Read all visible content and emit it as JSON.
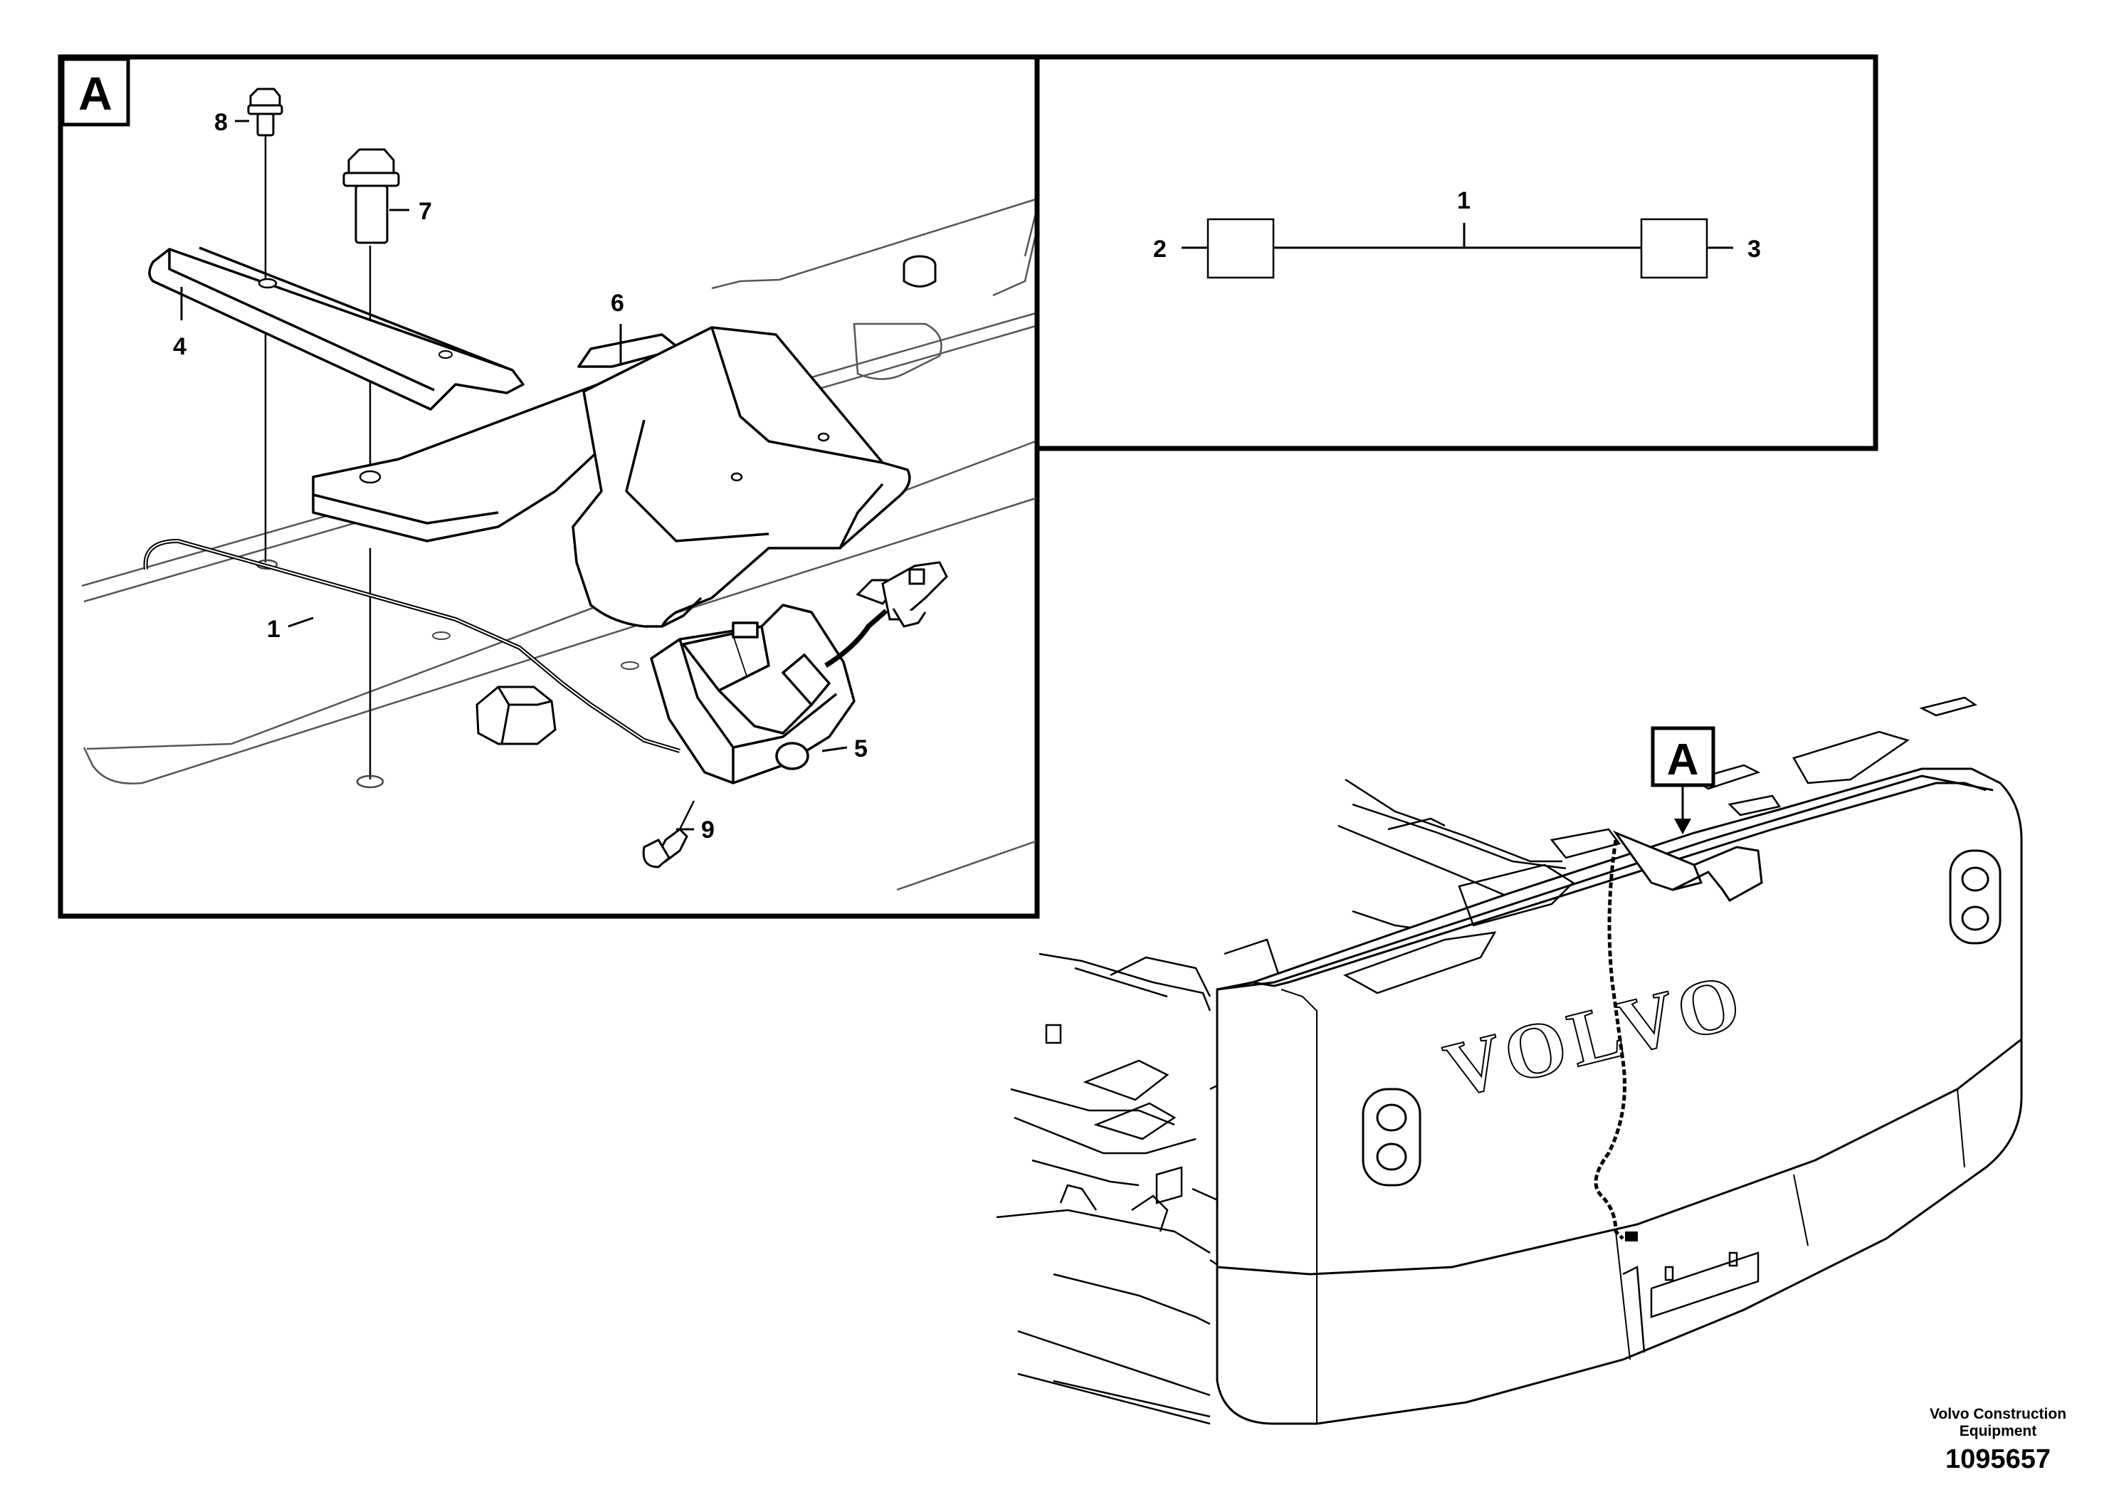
{
  "detail_view": {
    "tag": "A",
    "callouts": [
      "8",
      "7",
      "4",
      "6",
      "1",
      "5",
      "9"
    ]
  },
  "schematic": {
    "callouts": [
      "1",
      "2",
      "3"
    ]
  },
  "overview": {
    "tag": "A",
    "logo_text": "VOLVO"
  },
  "footer": {
    "org_line1": "Volvo Construction",
    "org_line2": "Equipment",
    "drawing_number": "1095657"
  }
}
